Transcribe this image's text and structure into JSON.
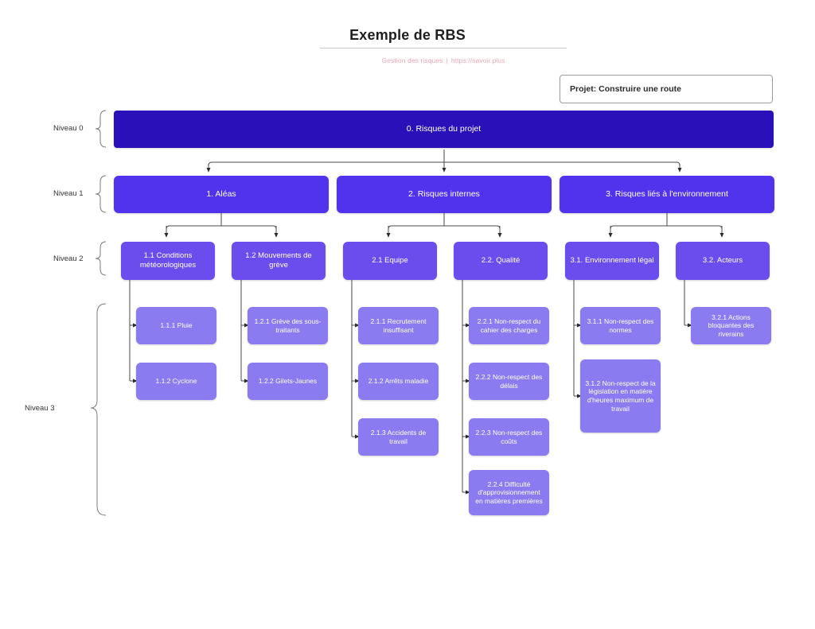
{
  "header": {
    "title": "Exemple de RBS",
    "subtitle_left": "Gestion des risques",
    "subtitle_sep": "|",
    "subtitle_right": "https://savoir.plus",
    "subtitle_color": "#f2a6b8"
  },
  "project": {
    "label": "Projet: Construire une route"
  },
  "levels": [
    {
      "label": "Niveau 0",
      "color": "#2a10b8"
    },
    {
      "label": "Niveau 1",
      "color": "#5133ed"
    },
    {
      "label": "Niveau 2",
      "color": "#6b4dee"
    },
    {
      "label": "Niveau 3",
      "color": "#8b7bf0"
    }
  ],
  "nodes": {
    "root": "0. Risques du projet",
    "l1": [
      "1. Aléas",
      "2. Risques internes",
      "3. Risques liés à l'environnement"
    ],
    "l2": [
      "1.1 Conditions météorologiques",
      "1.2 Mouvements de grève",
      "2.1 Equipe",
      "2.2. Qualité",
      "3.1. Environnement légal",
      "3.2. Acteurs"
    ],
    "l3": {
      "c1": [
        "1.1.1 Pluie",
        "1.1.2 Cyclone"
      ],
      "c2": [
        "1.2.1 Grève des sous-traitants",
        "1.2.2 Gilets-Jaunes"
      ],
      "c3": [
        "2.1.1 Recrutement insuffisant",
        "2.1.2 Arrêts maladie",
        "2.1.3 Accidents de travail"
      ],
      "c4": [
        "2.2.1 Non-respect du cahier des charges",
        "2.2.2 Non-respect des délais",
        "2.2.3 Non-respect des coûts",
        "2.2.4 Difficulté d'approvisionnement en matières premières"
      ],
      "c5": [
        "3.1.1 Non-respect des normes",
        "3.1.2 Non-respect de la législation en matière d'heures maximum de travail"
      ],
      "c6": [
        "3.2.1 Actions bloquantes des riverains"
      ]
    }
  }
}
